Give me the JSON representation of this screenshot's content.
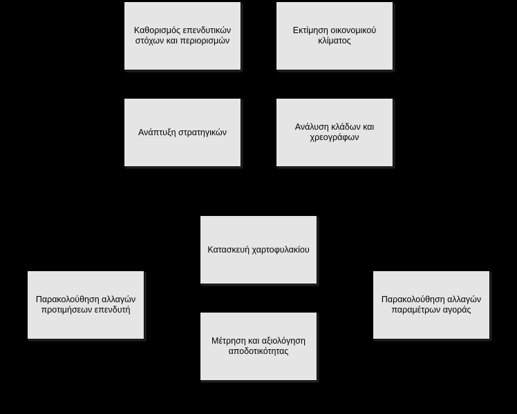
{
  "diagram": {
    "background_color": "#000000",
    "box_fill": "#e5e5e5",
    "connector_color": "#000000",
    "boxes": {
      "goals": "Καθορισμός επενδυτικών\nστόχων και περιορισμών",
      "climate": "Εκτίμηση οικονομικού\nκλίματος",
      "strategy": "Ανάπτυξη στρατηγικών",
      "analysis": "Ανάλυση κλάδων και\nχρεογράφων",
      "portfolio": "Κατασκευή χαρτοφυλακίου",
      "investor": "Παρακολούθηση αλλαγών\nπροτιμήσεων επενδυτή",
      "market": "Παρακολούθηση αλλαγών\nπαραμέτρων αγοράς",
      "evaluation": "Μέτρηση και αξιολόγηση\nαποδοτικότητας"
    }
  }
}
